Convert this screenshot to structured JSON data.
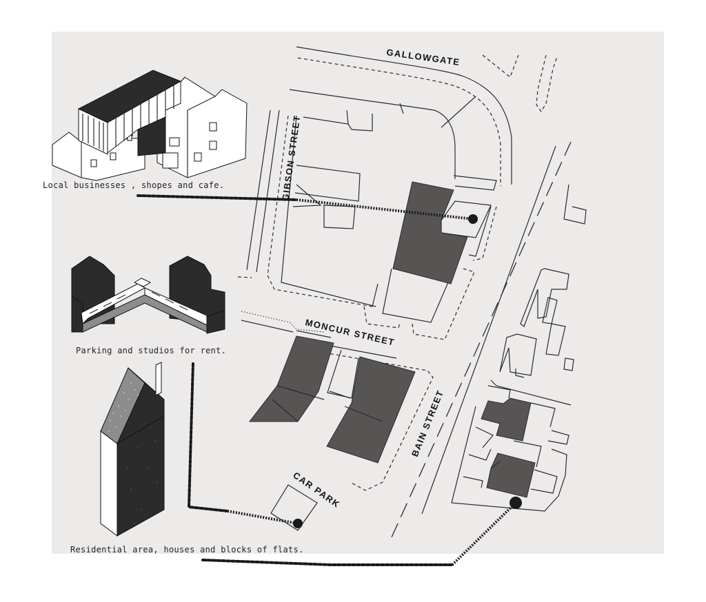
{
  "streets": {
    "gallowgate": "GALLOWGATE",
    "gibson": "GIBSON STREET",
    "moncur": "MONCUR STREET",
    "bain": "BAIN STREET",
    "car_park": "CAR PARK"
  },
  "captions": {
    "businesses": "Local businesses , shopes and cafe.",
    "parking": "Parking and studios for rent.",
    "residential": "Residential area, houses and blocks of flats."
  },
  "colors": {
    "map_background": "#edeaea",
    "highlighted_building": "#575454",
    "ink": "#1a1a1a"
  },
  "icons": [
    "isometric-business-building",
    "isometric-studio-buildings",
    "isometric-residential-tower",
    "marker-dot"
  ]
}
